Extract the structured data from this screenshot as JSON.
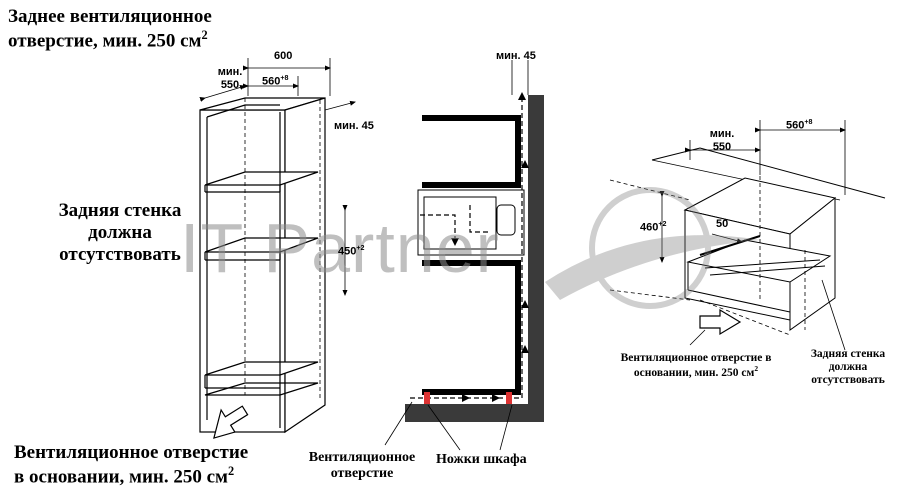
{
  "left": {
    "top_label_1": "Заднее вентиляционное",
    "top_label_2": "отверстие, мин. 250 см",
    "top_label_sup": "2",
    "dim_600": "600",
    "dim_min": "мин.",
    "dim_550": "550",
    "dim_560": "560",
    "dim_560_sup": "+8",
    "dim_min45": "мин. 45",
    "dim_450": "450",
    "dim_450_sup": "+2",
    "back_wall_1": "Задняя стенка",
    "back_wall_2": "должна",
    "back_wall_3": "отсутствовать",
    "bottom_label_1": "Вентиляционное отверстие",
    "bottom_label_2": "в основании, мин. 250 см",
    "bottom_label_sup": "2"
  },
  "middle": {
    "dim_min45": "мин. 45",
    "vent_1": "Вентиляционное",
    "vent_2": "отверстие",
    "legs": "Ножки шкафа"
  },
  "right": {
    "dim_min": "мин.",
    "dim_550": "550",
    "dim_560": "560",
    "dim_560_sup": "+8",
    "dim_460": "460",
    "dim_460_sup": "+2",
    "dim_50": "50",
    "vent_1": "Вентиляционное отверстие в",
    "vent_2": "основании, мин. 250 см",
    "vent_sup": "2",
    "back_1": "Задняя стенка",
    "back_2": "должна",
    "back_3": "отсутствовать"
  },
  "watermark": {
    "text": "IT Partner"
  }
}
